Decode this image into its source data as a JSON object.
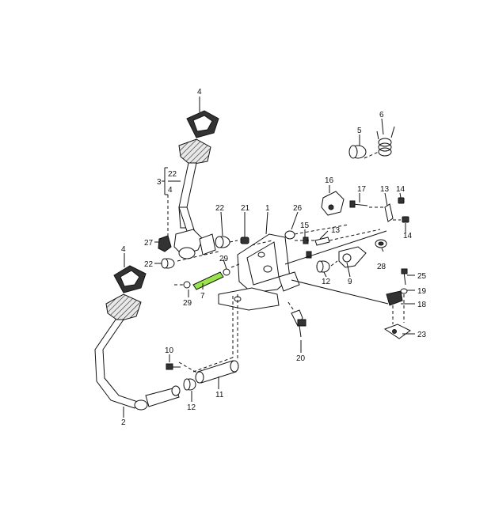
{
  "diagram": {
    "highlight_color": "#9be34a",
    "callouts": {
      "c1": "1",
      "c2": "2",
      "c3": "3",
      "c3_sub_a": "22",
      "c3_sub_b": "4",
      "c4_top": "4",
      "c4_left": "4",
      "c5": "5",
      "c6": "6",
      "c7": "7",
      "c9": "9",
      "c10": "10",
      "c11": "11",
      "c12_bottom": "12",
      "c12_right": "12",
      "c13_top": "13",
      "c13_mid": "13",
      "c14_top": "14",
      "c14_right": "14",
      "c15": "15",
      "c16": "16",
      "c17": "17",
      "c18": "18",
      "c19": "19",
      "c20": "20",
      "c21": "21",
      "c22_left": "22",
      "c22_top": "22",
      "c23": "23",
      "c25": "25",
      "c26": "26",
      "c27": "27",
      "c28": "28",
      "c29_a": "29",
      "c29_b": "29"
    }
  }
}
